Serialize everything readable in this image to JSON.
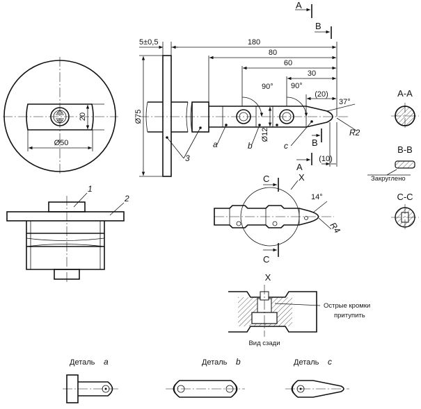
{
  "dimensions": {
    "d5": "5±0,5",
    "d180": "180",
    "d80": "80",
    "d60": "60",
    "d30": "30",
    "d20p": "(20)",
    "d10p": "(10)",
    "a90a": "90°",
    "a90b": "90°",
    "a37": "37°",
    "a14": "14°",
    "r2": "R2",
    "r4": "R4",
    "dia75": "Ø75",
    "dia12": "Ø12",
    "dia50": "Ø50",
    "d20": "20"
  },
  "labels": {
    "a": "a",
    "b": "b",
    "c": "c",
    "n1": "1",
    "n2": "2",
    "n3": "3",
    "A": "A",
    "B": "B",
    "C": "C",
    "X": "X"
  },
  "sections": {
    "aa": "A-A",
    "bb": "B-B",
    "cc": "C-C",
    "rounded": "Закруглено"
  },
  "detail_x": {
    "title": "X",
    "note_line1": "Острые кромки",
    "note_line2": "притупить",
    "rear_view": "Вид сзади"
  },
  "details": {
    "a": {
      "prefix": "Деталь ",
      "letter": "a"
    },
    "b": {
      "prefix": "Деталь ",
      "letter": "b"
    },
    "c": {
      "prefix": "Деталь ",
      "letter": "c"
    }
  }
}
